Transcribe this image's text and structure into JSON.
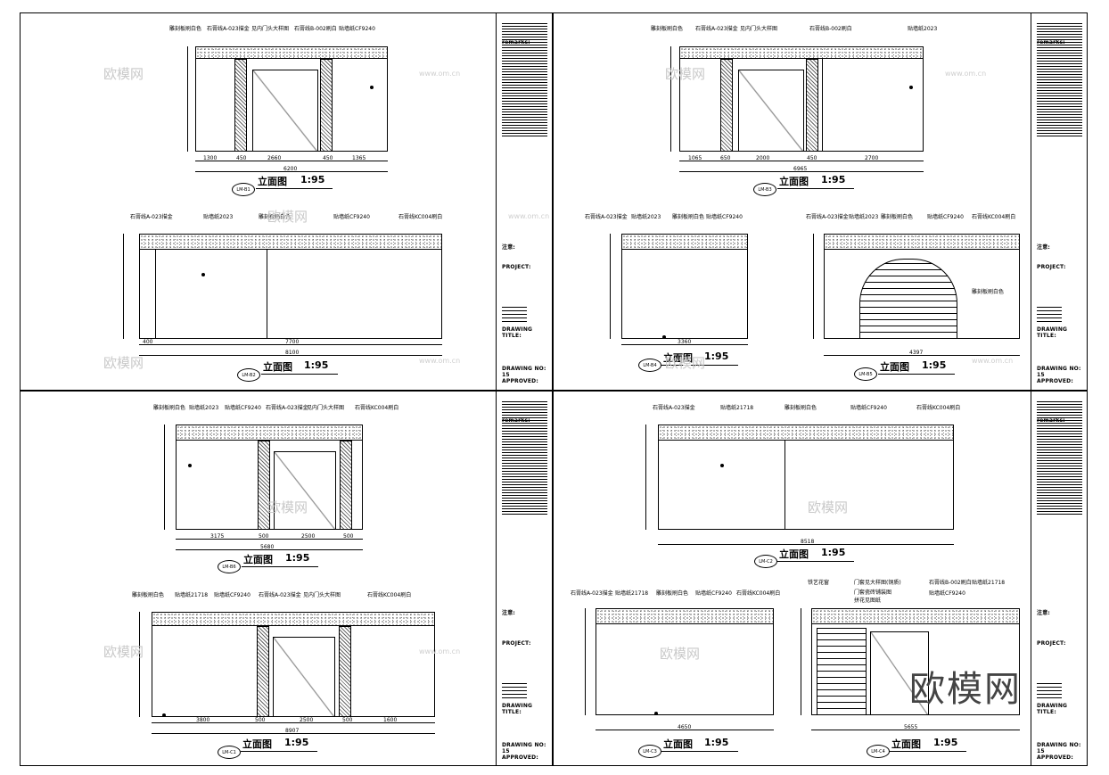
{
  "drawing": {
    "panels": [
      {
        "id": "tl",
        "code": "LM-B1",
        "title": "立面图",
        "scale": "1:95"
      },
      {
        "id": "tl2",
        "code": "LM-B2",
        "title": "立面图",
        "scale": "1:95"
      },
      {
        "id": "tr",
        "code": "LM-B3",
        "title": "立面图",
        "scale": "1:95"
      },
      {
        "id": "tr2",
        "code": "LM-B4",
        "title": "立面图",
        "scale": "1:95"
      },
      {
        "id": "tr3",
        "code": "LM-B5",
        "title": "立面图",
        "scale": "1:95"
      },
      {
        "id": "bl",
        "code": "LM-B6",
        "title": "立面图",
        "scale": "1:95"
      },
      {
        "id": "bl2",
        "code": "LM-C1",
        "title": "立面图",
        "scale": "1:95"
      },
      {
        "id": "br",
        "code": "LM-C2",
        "title": "立面图",
        "scale": "1:95"
      },
      {
        "id": "br2",
        "code": "LM-C3",
        "title": "立面图",
        "scale": "1:95"
      },
      {
        "id": "br3",
        "code": "LM-C4",
        "title": "立面图",
        "scale": "1:95"
      }
    ],
    "notes": {
      "a": "雕刻板刷白色",
      "b": "石膏线A-023描金",
      "c": "见内门头大样图",
      "d": "石膏线B-002刷白",
      "e": "贴墙纸2023",
      "f": "贴墙纸CF9240",
      "g": "石膏线KC004刷白",
      "h": "贴墙纸21718",
      "i": "铁艺花窗",
      "j": "门套见大样图(铜质)",
      "k": "门套瓷砖铺装图",
      "l": "拼花见图纸",
      "m": "雕刻板刷白色"
    },
    "title_block": {
      "remarks": "remarks:",
      "project": "PROJECT:",
      "drawing_title": "DRAWING TITLE:",
      "drawing_no": "DRAWING NO: 15",
      "approved": "APPROVED:",
      "notice": "注意:"
    },
    "dims": {
      "tl": [
        "1300",
        "450",
        "2660",
        "450",
        "1365"
      ],
      "tl_total": "6200",
      "tl2": [
        "400",
        "7700"
      ],
      "tl2_total": "8100",
      "tr": [
        "1065",
        "650",
        "2000",
        "450",
        "2700"
      ],
      "tr_total": "6965",
      "tr2_total": "3360",
      "tr3_total": "4397",
      "bl": [
        "3175",
        "500",
        "2500",
        "500"
      ],
      "bl_total": "5680",
      "bl2": [
        "3800",
        "500",
        "2500",
        "500",
        "1600"
      ],
      "bl2_total": "8907",
      "br_total": "8518",
      "br2_total": "4650",
      "br3_total": "5655"
    },
    "watermark": {
      "text": "欧模网",
      "site": "www.om.cn",
      "logo": "欧模网"
    }
  }
}
